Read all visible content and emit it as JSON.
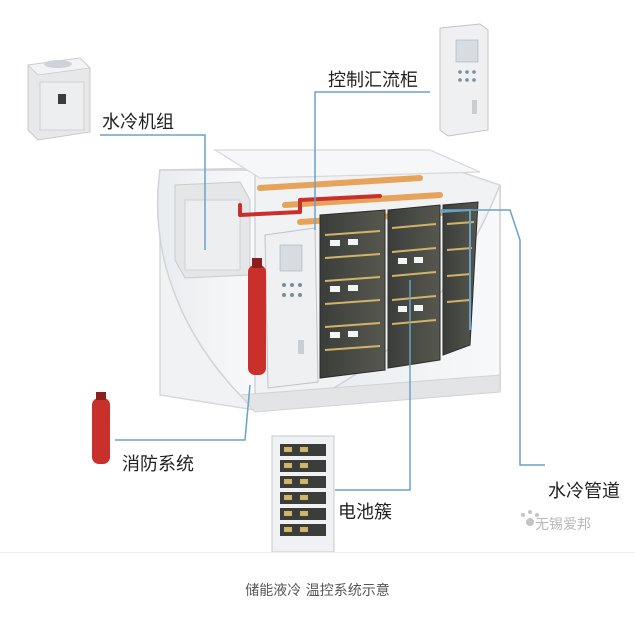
{
  "labels": {
    "water_chiller": "水冷机组",
    "control_cabinet": "控制汇流柜",
    "fire_system": "消防系统",
    "battery_cluster": "电池簇",
    "water_pipe": "水冷管道"
  },
  "caption": "储能液冷 温控系统示意",
  "watermark": "无锡爱邦",
  "colors": {
    "leader_line": "#6aa3c8",
    "pipe_red": "#c9302c",
    "tray_orange": "#e6a35a",
    "container_shell": "#f4f5f6"
  }
}
